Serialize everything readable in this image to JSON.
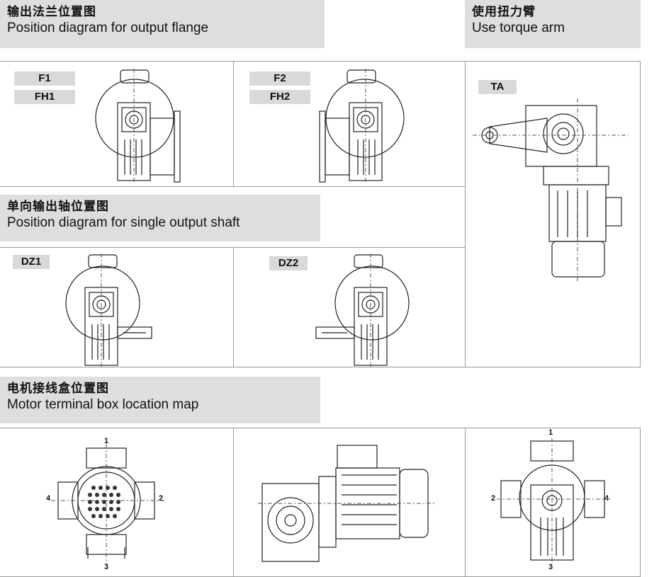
{
  "sections": {
    "flange": {
      "title_cn": "输出法兰位置图",
      "title_en": "Position diagram for output flange",
      "tags": {
        "left_a": "F1",
        "left_b": "FH1",
        "right_a": "F2",
        "right_b": "FH2"
      }
    },
    "torque_arm": {
      "title_cn": "使用扭力臂",
      "title_en": "Use torque arm",
      "tags": {
        "ta": "TA"
      }
    },
    "single_shaft": {
      "title_cn": "单向输出轴位置图",
      "title_en": "Position diagram for single output shaft",
      "tags": {
        "left": "DZ1",
        "right": "DZ2"
      }
    },
    "terminal_box": {
      "title_cn": "电机接线盒位置图",
      "title_en": "Motor terminal box location map",
      "left_labels": {
        "top": "1",
        "right": "2",
        "bottom": "3",
        "left": "4"
      },
      "right_labels": {
        "top": "1",
        "left": "2",
        "bottom": "3",
        "right": "4"
      }
    }
  }
}
